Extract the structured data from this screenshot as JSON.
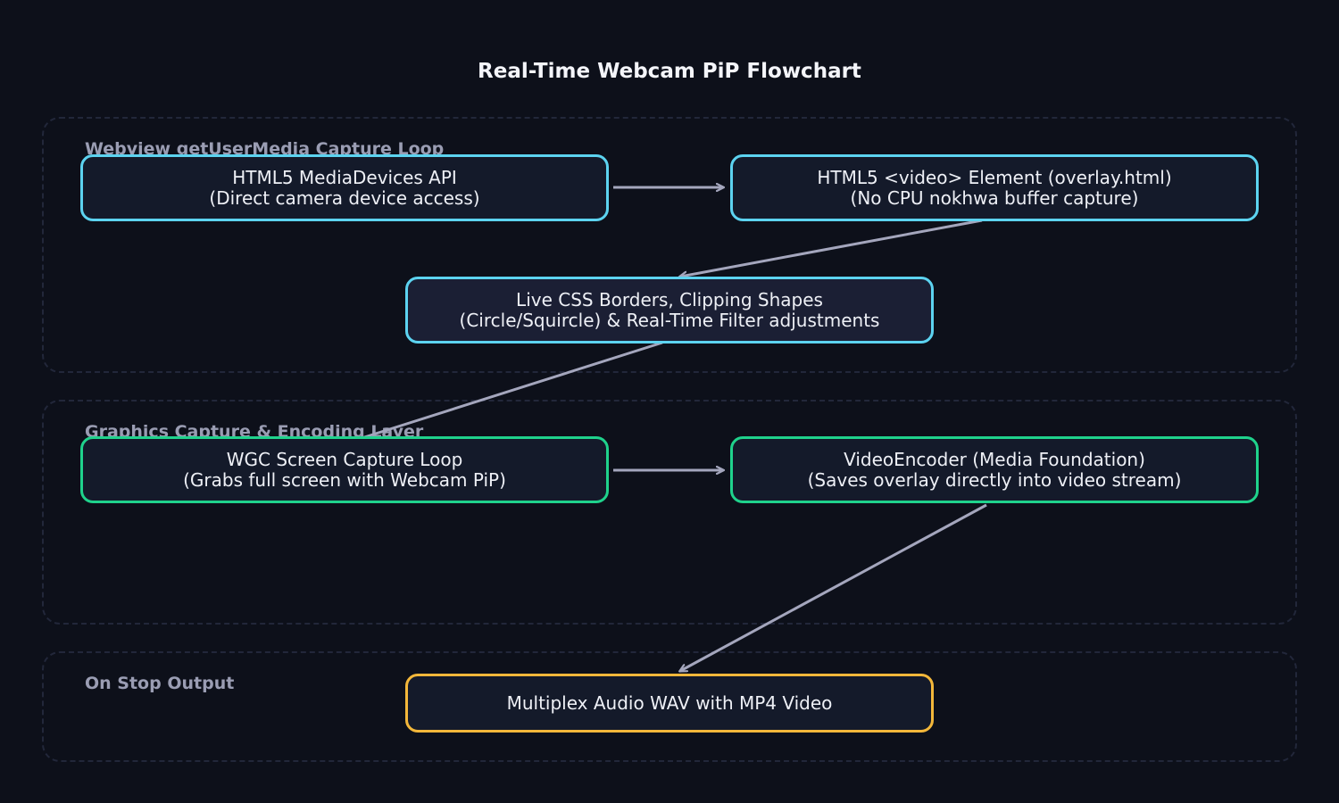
{
  "title": "Real-Time Webcam PiP Flowchart",
  "colors": {
    "background": "#0d101a",
    "cyan": "#5cd3f0",
    "green": "#1fd28c",
    "amber": "#f3b73a",
    "edge": "#a4a6bd",
    "group_border": "#22273a"
  },
  "groups": [
    {
      "label": "Webview getUserMedia Capture Loop"
    },
    {
      "label": "Graphics Capture & Encoding Layer"
    },
    {
      "label": "On Stop Output"
    }
  ],
  "nodes": {
    "mediadevices": {
      "line1": "HTML5 MediaDevices API",
      "line2": "(Direct camera device access)"
    },
    "video_element": {
      "line1": "HTML5 <video> Element (overlay.html)",
      "line2": "(No CPU nokhwa buffer capture)"
    },
    "css_borders": {
      "line1": "Live CSS Borders, Clipping Shapes",
      "line2": "(Circle/Squircle) & Real-Time Filter adjustments"
    },
    "wgc": {
      "line1": "WGC Screen Capture Loop",
      "line2": "(Grabs full screen with Webcam PiP)"
    },
    "encoder": {
      "line1": "VideoEncoder (Media Foundation)",
      "line2": "(Saves overlay directly into video stream)"
    },
    "multiplex": {
      "line1": "Multiplex Audio WAV with MP4 Video"
    }
  },
  "edges": [
    {
      "from": "mediadevices",
      "to": "video_element"
    },
    {
      "from": "video_element",
      "to": "css_borders"
    },
    {
      "from": "css_borders",
      "to": "wgc"
    },
    {
      "from": "wgc",
      "to": "encoder"
    },
    {
      "from": "encoder",
      "to": "multiplex"
    }
  ]
}
